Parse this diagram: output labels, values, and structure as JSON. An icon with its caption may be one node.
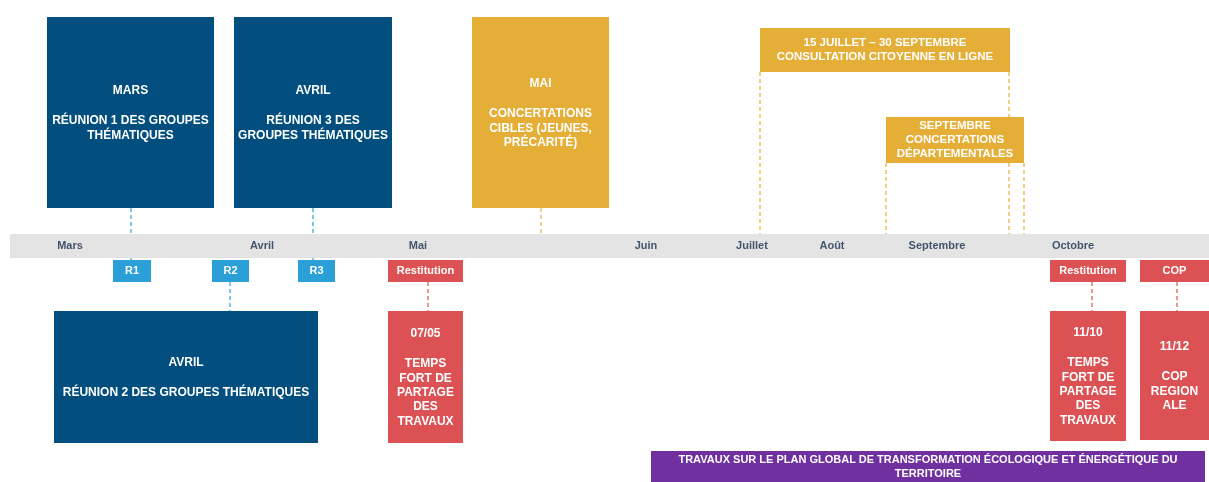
{
  "diagram": {
    "nodes": [
      {
        "text": [
          "MARS",
          "RÉUNION 1 DES GROUPES THÉMATIQUES"
        ]
      },
      {
        "text": [
          "AVRIL",
          "RÉUNION 3 DES GROUPES THÉMATIQUES"
        ]
      },
      {
        "text": [
          "MAI",
          "CONCERTATIONS CIBLES (JEUNES, PRÉCARITÉ)"
        ]
      },
      {
        "text": [
          "15 JUILLET – 30 SEPTEMBRE",
          "CONSULTATION CITOYENNE EN LIGNE"
        ]
      },
      {
        "text": [
          "SEPTEMBRE",
          "CONCERTATIONS DÉPARTEMENTALES"
        ]
      },
      {
        "text": [
          "Mars",
          "Avril",
          "Mai",
          "Juin",
          "Juillet",
          "Août",
          "Septembre",
          "Octobre"
        ]
      },
      {
        "text": [
          "R1"
        ]
      },
      {
        "text": [
          "R2"
        ]
      },
      {
        "text": [
          "R3"
        ]
      },
      {
        "text": [
          "Restitution"
        ]
      },
      {
        "text": [
          "Restitution"
        ]
      },
      {
        "text": [
          "COP"
        ]
      },
      {
        "text": [
          "AVRIL",
          "RÉUNION 2 DES GROUPES THÉMATIQUES"
        ]
      },
      {
        "text": [
          "07/05",
          "TEMPS FORT DE PARTAGE DES TRAVAUX"
        ]
      },
      {
        "text": [
          "11/10",
          "TEMPS FORT DE PARTAGE DES TRAVAUX"
        ]
      },
      {
        "text": [
          "11/12",
          "COP REGION ALE"
        ]
      },
      {
        "text": [
          "TRAVAUX SUR LE PLAN GLOBAL DE TRANSFORMATION ÉCOLOGIQUE ET ÉNERGÉTIQUE DU TERRITOIRE"
        ]
      }
    ],
    "edges": [
      {
        "from": 0,
        "to": 6,
        "arrow": "none",
        "style": "dashed",
        "color": "#2a9fd8"
      },
      {
        "from": 1,
        "to": 8,
        "arrow": "none",
        "style": "dashed",
        "color": "#2a9fd8"
      },
      {
        "from": 2,
        "to": 5,
        "arrow": "none",
        "style": "dashed"
      },
      {
        "from": 3,
        "to": 5,
        "arrow": "none",
        "style": "dashed"
      },
      {
        "from": 3,
        "to": 5,
        "arrow": "none",
        "style": "dashed"
      },
      {
        "from": 4,
        "to": 5,
        "arrow": "none",
        "style": "dashed"
      },
      {
        "from": 4,
        "to": 5,
        "arrow": "none",
        "style": "dashed"
      },
      {
        "from": 7,
        "to": 12,
        "arrow": "none",
        "style": "dashed",
        "color": "#2a9fd8"
      },
      {
        "from": 9,
        "to": 13,
        "arrow": "none",
        "style": "dashed",
        "color": "#dc5254"
      },
      {
        "from": 10,
        "to": 14,
        "arrow": "none",
        "style": "dashed",
        "color": "#dc5254"
      },
      {
        "from": 11,
        "to": 15,
        "arrow": "none",
        "style": "dashed",
        "color": "#dc5254"
      }
    ]
  }
}
